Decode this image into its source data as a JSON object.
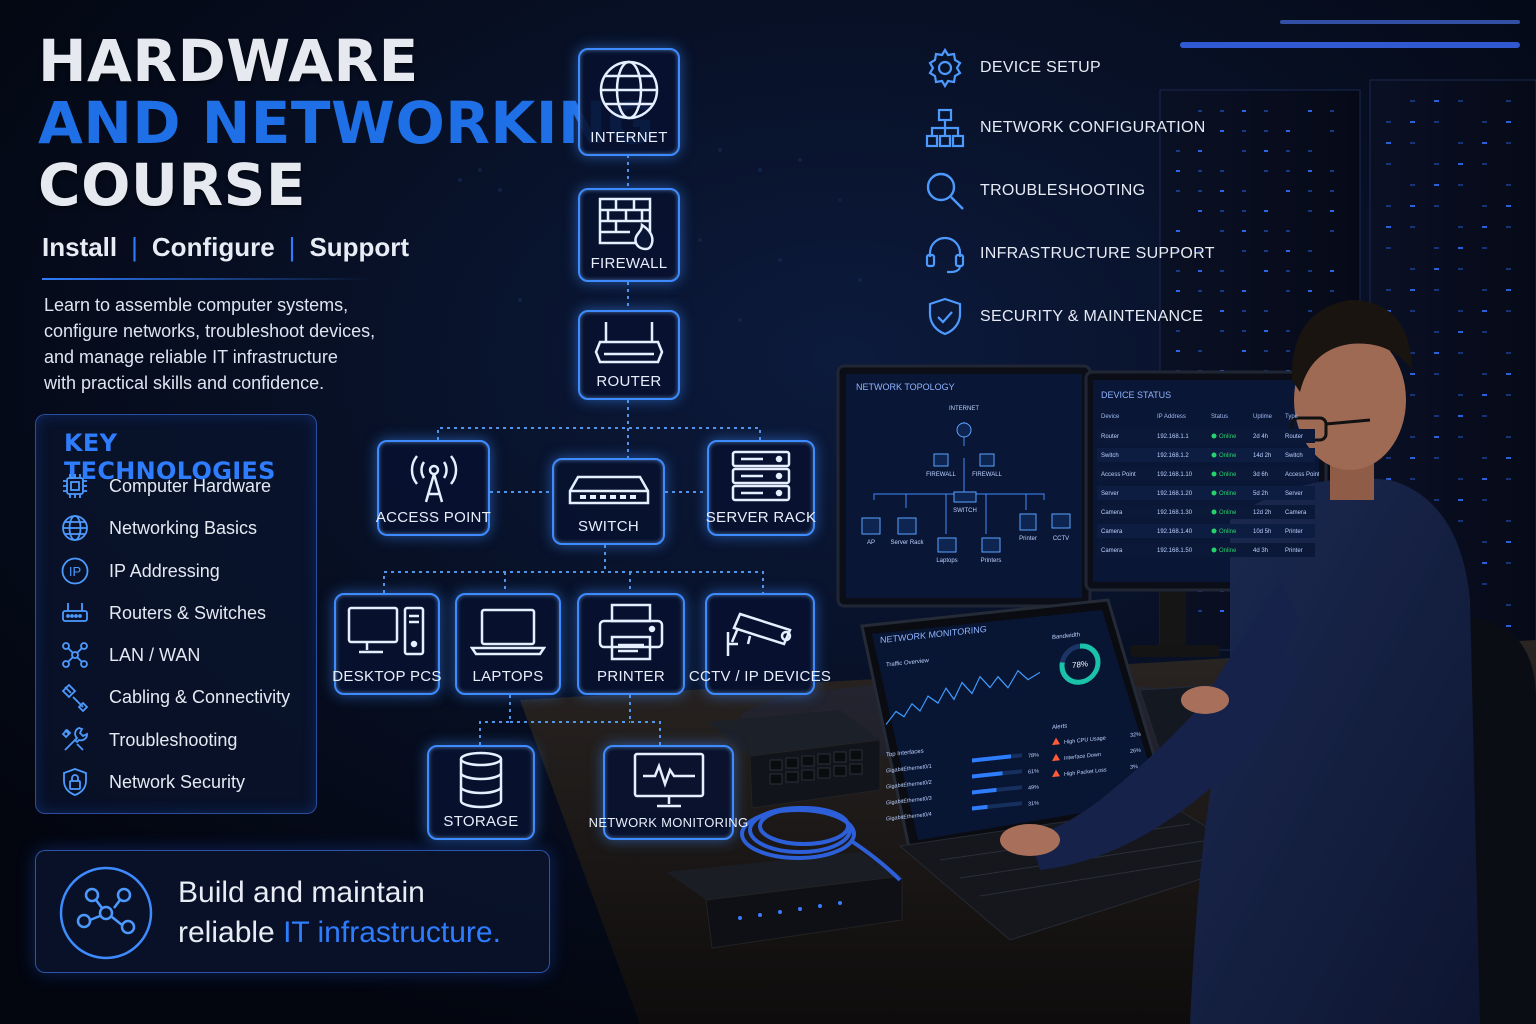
{
  "title": {
    "line1": "HARDWARE",
    "line2": "AND NETWORKING",
    "line3": "COURSE"
  },
  "tagline": [
    "Install",
    "Configure",
    "Support"
  ],
  "tagline_sep": "|",
  "intro": [
    "Learn to assemble computer systems,",
    "configure networks, troubleshoot devices,",
    "and manage reliable IT infrastructure",
    "with practical skills and confidence."
  ],
  "key_technologies": {
    "heading": "KEY TECHNOLOGIES",
    "items": [
      {
        "label": "Computer Hardware",
        "icon": "chip-icon"
      },
      {
        "label": "Networking Basics",
        "icon": "globe-icon"
      },
      {
        "label": "IP Addressing",
        "icon": "ip-icon",
        "icon_text": "IP"
      },
      {
        "label": "Routers & Switches",
        "icon": "router-icon"
      },
      {
        "label": "LAN / WAN",
        "icon": "network-nodes-icon"
      },
      {
        "label": "Cabling & Connectivity",
        "icon": "cable-icon"
      },
      {
        "label": "Troubleshooting",
        "icon": "tools-icon"
      },
      {
        "label": "Network Security",
        "icon": "shield-lock-icon"
      }
    ]
  },
  "tagline_box": {
    "line1": "Build and maintain",
    "line2_plain": "reliable ",
    "line2_accent": "IT infrastructure."
  },
  "diagram_nodes": {
    "internet": "INTERNET",
    "firewall": "FIREWALL",
    "router": "ROUTER",
    "access_point": "ACCESS POINT",
    "switch": "SWITCH",
    "server_rack": "SERVER RACK",
    "desktop_pcs": "DESKTOP PCS",
    "laptops": "LAPTOPS",
    "printer": "PRINTER",
    "cctv": "CCTV / IP DEVICES",
    "storage": "STORAGE",
    "network_monitoring": "NETWORK MONITORING"
  },
  "features": [
    {
      "label": "DEVICE SETUP",
      "icon": "gear-icon"
    },
    {
      "label": "NETWORK CONFIGURATION",
      "icon": "hierarchy-icon"
    },
    {
      "label": "TROUBLESHOOTING",
      "icon": "magnifier-icon"
    },
    {
      "label": "INFRASTRUCTURE SUPPORT",
      "icon": "headset-icon"
    },
    {
      "label": "SECURITY & MAINTENANCE",
      "icon": "shield-check-icon"
    }
  ],
  "monitor_left": {
    "title": "NETWORK TOPOLOGY",
    "labels": [
      "INTERNET",
      "FIREWALL",
      "FIREWALL",
      "SWITCH",
      "AP",
      "Server Rack",
      "Laptops",
      "Printers",
      "Printer",
      "CCTV"
    ]
  },
  "monitor_right": {
    "title": "DEVICE STATUS",
    "columns": [
      "Device",
      "IP Address",
      "Status",
      "Uptime",
      "Type"
    ],
    "rows": [
      [
        "Router",
        "192.168.1.1",
        "Online",
        "2d 4h",
        "Router"
      ],
      [
        "Switch",
        "192.168.1.2",
        "Online",
        "14d 2h",
        "Switch"
      ],
      [
        "Access Point",
        "192.168.1.10",
        "Online",
        "3d 6h",
        "Access Point"
      ],
      [
        "Server",
        "192.168.1.20",
        "Online",
        "5d 2h",
        "Server"
      ],
      [
        "Camera",
        "192.168.1.30",
        "Online",
        "12d 2h",
        "Camera"
      ],
      [
        "Camera",
        "192.168.1.40",
        "Online",
        "10d 5h",
        "Printer"
      ],
      [
        "Camera",
        "192.168.1.50",
        "Online",
        "4d 3h",
        "Printer"
      ]
    ]
  },
  "laptop_screen": {
    "title": "NETWORK MONITORING",
    "traffic": "Traffic Overview",
    "bandwidth": "Bandwidth",
    "gauge": "78%",
    "gauge_value": 0.78,
    "interfaces_title": "Top Interfaces",
    "interfaces": [
      {
        "name": "GigabitEthernet0/1",
        "pct": "78%",
        "value": 0.78
      },
      {
        "name": "GigabitEthernet0/2",
        "pct": "61%",
        "value": 0.61
      },
      {
        "name": "GigabitEthernet0/3",
        "pct": "49%",
        "value": 0.49
      },
      {
        "name": "GigabitEthernet0/4",
        "pct": "31%",
        "value": 0.31
      }
    ],
    "alerts_title": "Alerts",
    "alerts": [
      {
        "label": "High CPU Usage",
        "pct": "32%"
      },
      {
        "label": "Interface Down",
        "pct": "26%"
      },
      {
        "label": "High Packet Loss",
        "pct": "3%"
      }
    ]
  },
  "colors": {
    "accent": "#2f7dff",
    "title_blue": "#1f6fe6",
    "background": "#050a18",
    "node_border": "#3d8bff"
  }
}
